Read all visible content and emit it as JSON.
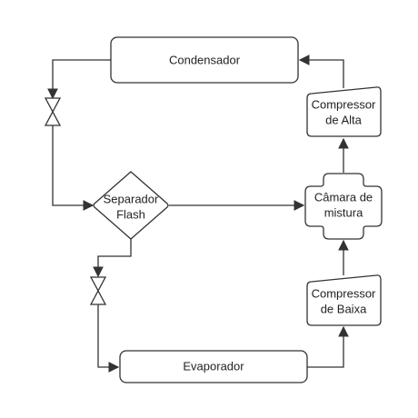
{
  "diagram": {
    "condensador": "Condensador",
    "compressor_alta": [
      "Compressor",
      "de Alta"
    ],
    "camara": [
      "Câmara de",
      "mistura"
    ],
    "separador": [
      "Separador",
      "Flash"
    ],
    "compressor_baixa": [
      "Compressor",
      "de Baixa"
    ],
    "evaporador": "Evaporador"
  },
  "colors": {
    "stroke": "#333333",
    "text": "#222222",
    "background": "#ffffff"
  }
}
